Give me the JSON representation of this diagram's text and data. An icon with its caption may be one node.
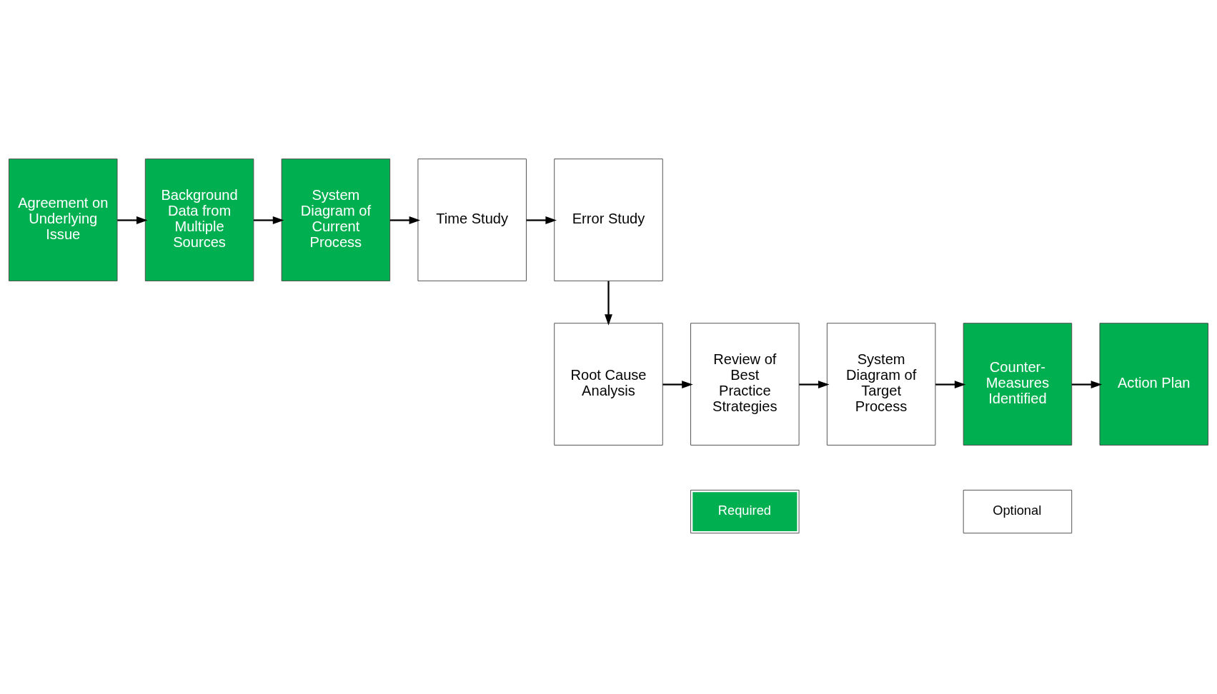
{
  "diagram": {
    "nodes": [
      {
        "text": [
          "Agreement on Underlying Issue"
        ]
      },
      {
        "text": [
          "Background Data from Multiple Sources"
        ]
      },
      {
        "text": [
          "System Diagram of Current Process"
        ]
      },
      {
        "text": [
          "Time Study"
        ]
      },
      {
        "text": [
          "Error Study"
        ]
      },
      {
        "text": [
          "Root Cause Analysis"
        ]
      },
      {
        "text": [
          "Review of Best Practice Strategies"
        ]
      },
      {
        "text": [
          "System Diagram of Target Process"
        ]
      },
      {
        "text": [
          "Counter-Measures Identified"
        ]
      },
      {
        "text": [
          "Action Plan"
        ]
      }
    ],
    "edges": [
      {
        "from": 0,
        "to": 1,
        "arrow": "to"
      },
      {
        "from": 1,
        "to": 2,
        "arrow": "to"
      },
      {
        "from": 2,
        "to": 3,
        "arrow": "to"
      },
      {
        "from": 3,
        "to": 4,
        "arrow": "to"
      },
      {
        "from": 4,
        "to": 5,
        "arrow": "to"
      },
      {
        "from": 5,
        "to": 6,
        "arrow": "to"
      },
      {
        "from": 6,
        "to": 7,
        "arrow": "to"
      },
      {
        "from": 7,
        "to": 8,
        "arrow": "to"
      },
      {
        "from": 8,
        "to": 9,
        "arrow": "to"
      }
    ],
    "legend": [
      {
        "text": "Required",
        "color": "#00b050"
      },
      {
        "text": "Optional",
        "color": "#ffffff"
      }
    ]
  }
}
